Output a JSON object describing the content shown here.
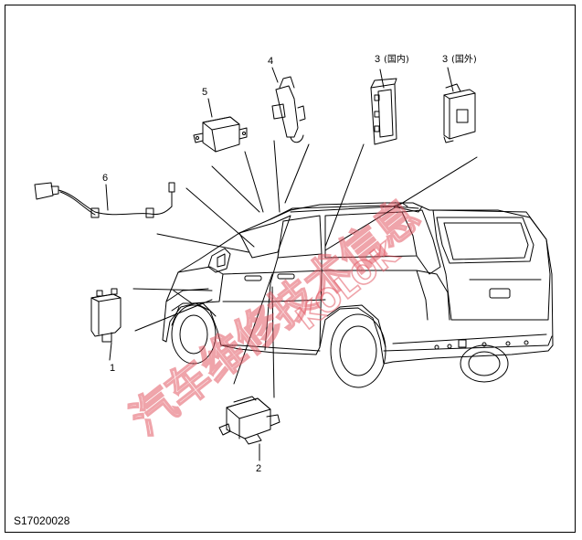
{
  "figure_code": "S17020028",
  "callouts": {
    "c1": "1",
    "c2": "2",
    "c3_domestic": "3",
    "c3_domestic_region": "(国内)",
    "c3_overseas": "3",
    "c3_overseas_region": "(国外)",
    "c4": "4",
    "c5": "5",
    "c6": "6"
  },
  "watermark": {
    "cn_text": "汽车维修技术信息",
    "en_text": "KOLOK",
    "color": "#e35a66"
  },
  "colors": {
    "line": "#000000",
    "background": "#ffffff"
  }
}
